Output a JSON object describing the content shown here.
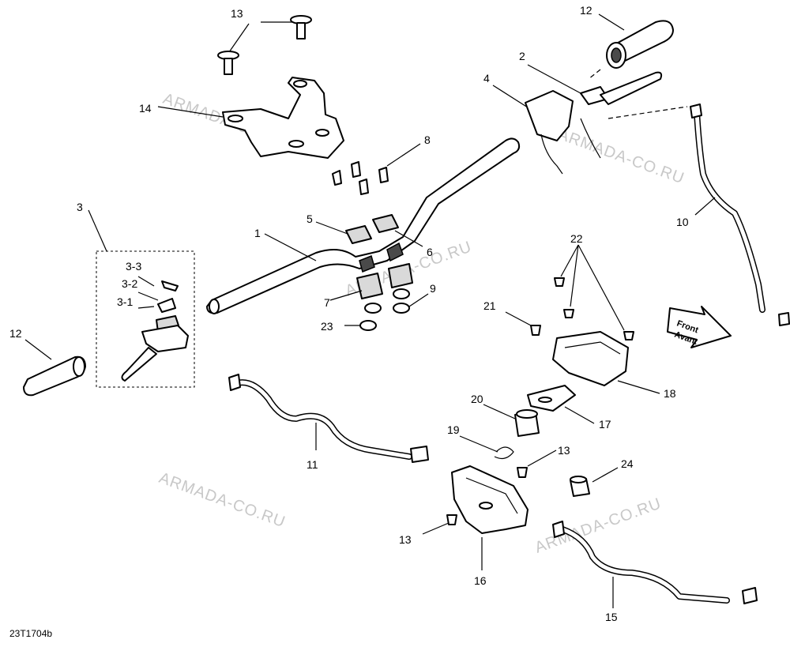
{
  "diagram": {
    "reference_code": "23T1704b",
    "watermark": "ARMADA-CO.RU",
    "front_arrow": {
      "line1": "Front",
      "line2": "Avant"
    },
    "callouts": [
      "1",
      "2",
      "3",
      "3-1",
      "3-2",
      "3-3",
      "4",
      "5",
      "6",
      "7",
      "8",
      "9",
      "10",
      "11",
      "12",
      "12",
      "13",
      "13",
      "13",
      "14",
      "15",
      "16",
      "17",
      "18",
      "19",
      "20",
      "21",
      "22",
      "23",
      "24"
    ]
  }
}
